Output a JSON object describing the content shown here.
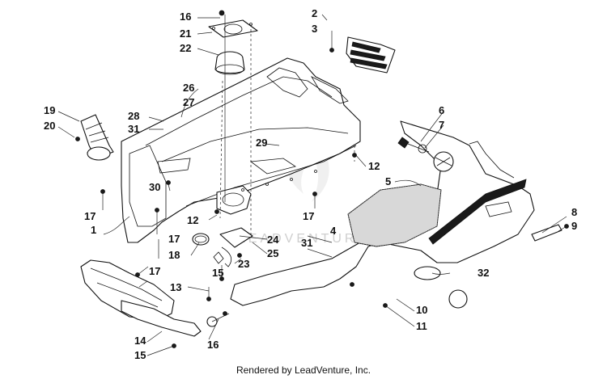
{
  "diagram": {
    "footer": "Rendered by LeadVenture, Inc.",
    "watermark": "LEADVENTURE",
    "callouts": [
      "16",
      "21",
      "22",
      "2",
      "3",
      "26",
      "27",
      "19",
      "20",
      "28",
      "31",
      "29",
      "6",
      "7",
      "12",
      "5",
      "30",
      "17",
      "17",
      "1",
      "12",
      "17",
      "18",
      "24",
      "31",
      "4",
      "25",
      "8",
      "9",
      "23",
      "17",
      "15",
      "32",
      "13",
      "10",
      "11",
      "14",
      "15",
      "16"
    ]
  }
}
